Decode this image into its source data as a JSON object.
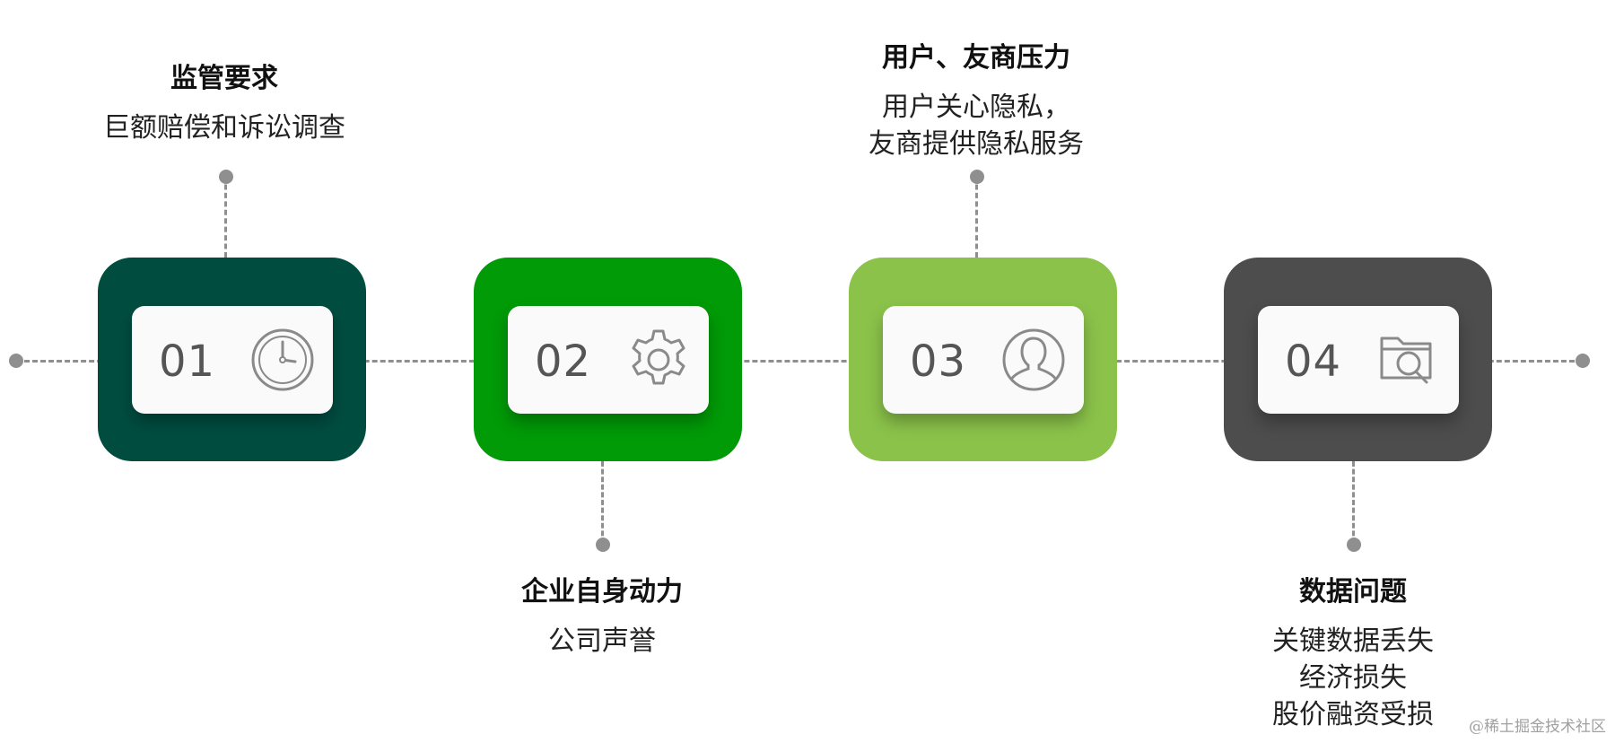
{
  "steps": [
    {
      "number": "01",
      "title": "监管要求",
      "desc": "巨额赔偿和诉讼调查",
      "color": "#004d40",
      "icon": "clock-icon"
    },
    {
      "number": "02",
      "title": "企业自身动力",
      "desc": "公司声誉",
      "color": "#009b07",
      "icon": "gear-icon"
    },
    {
      "number": "03",
      "title": "用户、友商压力",
      "desc": "用户关心隐私，\n友商提供隐私服务",
      "color": "#8bc34a",
      "icon": "user-icon"
    },
    {
      "number": "04",
      "title": "数据问题",
      "desc": "关键数据丢失\n经济损失\n股价融资受损",
      "color": "#4d4d4d",
      "icon": "folder-search-icon"
    }
  ],
  "watermark": "@稀土掘金技术社区",
  "colors": {
    "line": "#8f8f8f",
    "inner_card": "#fafafa"
  }
}
